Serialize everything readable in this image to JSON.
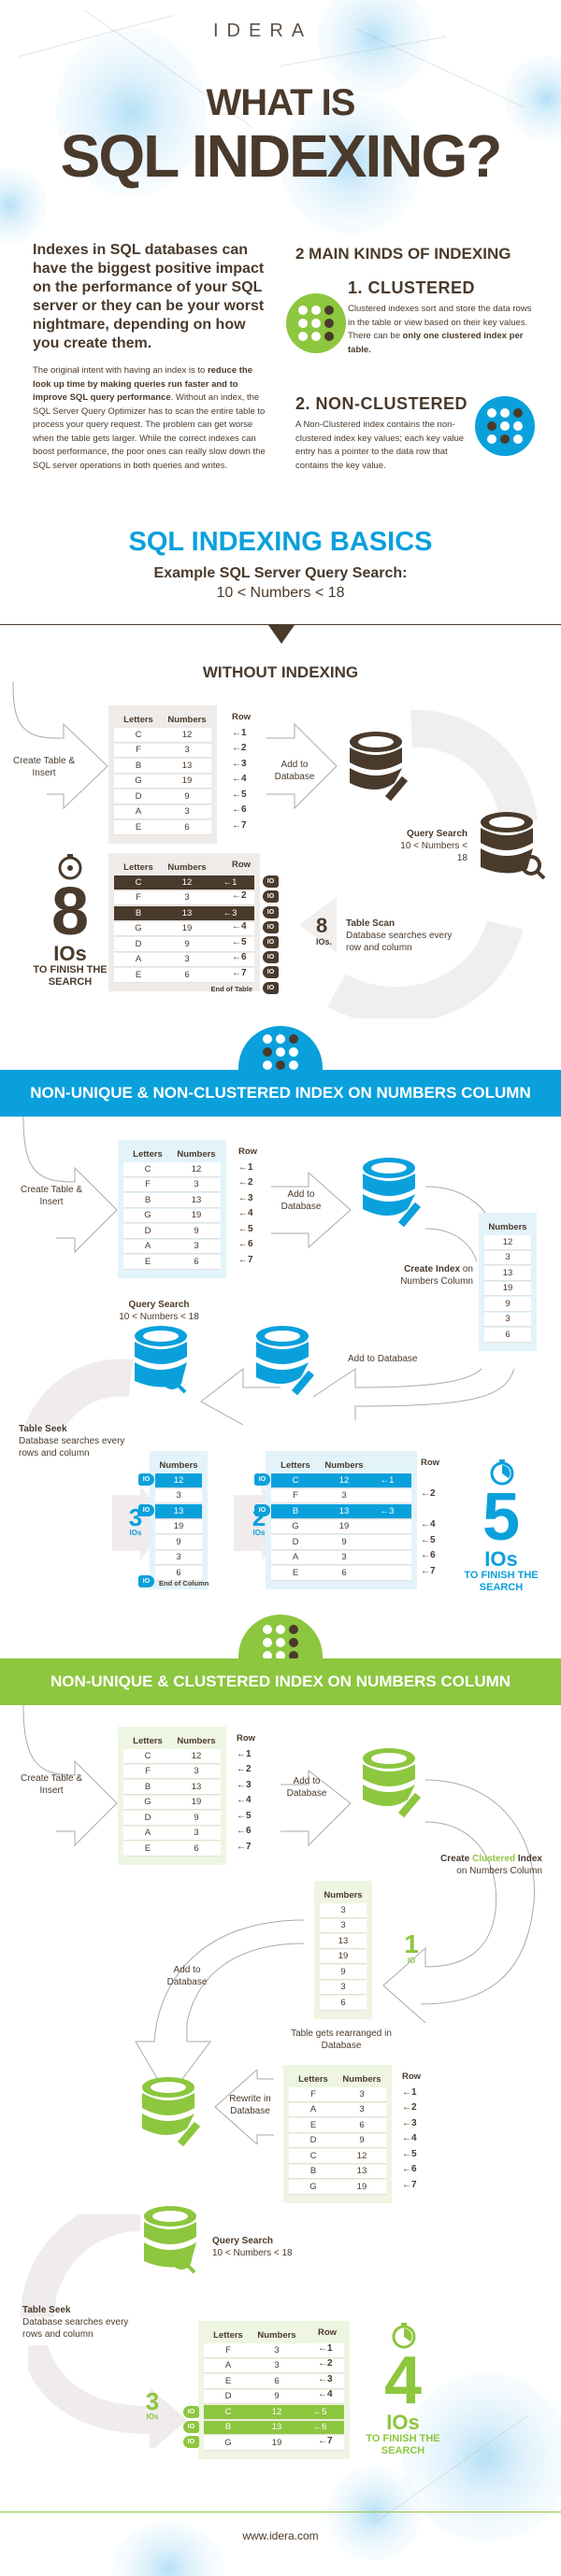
{
  "header": {
    "logo": "IDERA",
    "title_line1": "WHAT IS",
    "title_line2": "SQL INDEXING?"
  },
  "intro": {
    "lead": "Indexes in SQL databases can have the biggest positive impact on the performance of your SQL server or they can be your worst nightmare, depending on how you create them.",
    "body_prefix": "The original intent with having an index is to ",
    "body_bold": "reduce the look up time by making queries run faster and to improve SQL query performance",
    "body_suffix": ". Without an index, the SQL Server Query Optimizer has to scan the entire table to process your query request. The problem can get worse when the table gets larger. While the correct indexes can boost performance, the poor ones can really slow down the SQL server operations in both queries and writes."
  },
  "kinds": {
    "title": "2 MAIN KINDS OF INDEXING",
    "clustered": {
      "heading": "1. CLUSTERED",
      "text": "Clustered indexes sort and store the data rows in the table or view based on their key values. There can be",
      "text_bold": "only one clustered index per table."
    },
    "nonclustered": {
      "heading": "2. NON-CLUSTERED",
      "text": "A Non-Clustered index contains the non-clustered index key values; each key value entry has a pointer to the data row that contains the key value."
    }
  },
  "basics": {
    "title": "SQL INDEXING BASICS",
    "subtitle": "Example SQL Server Query Search:",
    "query": "10 < Numbers < 18"
  },
  "columns": {
    "letters": "Letters",
    "numbers": "Numbers",
    "row": "Row"
  },
  "base_table": {
    "letters": [
      "C",
      "F",
      "B",
      "G",
      "D",
      "A",
      "E"
    ],
    "numbers": [
      "12",
      "3",
      "13",
      "19",
      "9",
      "3",
      "6"
    ],
    "rows": [
      "←1",
      "←2",
      "←3",
      "←4",
      "←5",
      "←6",
      "←7"
    ]
  },
  "without": {
    "title": "WITHOUT INDEXING",
    "create_label": "Create Table & Insert",
    "add_label": "Add to Database",
    "query_title": "Query Search",
    "query_text": "10 < Numbers < 18",
    "scan_n": "8",
    "scan_unit": "IOs.",
    "scan_title": "Table Scan",
    "scan_text": "Database searches every row and column",
    "end_label": "End of Table",
    "io_tag": "IO",
    "total_n": "8",
    "total_unit": "IOs",
    "total_text": "TO FINISH THE SEARCH"
  },
  "nonclustered_section": {
    "title": "NON-UNIQUE & NON-CLUSTERED INDEX ON NUMBERS COLUMN",
    "create_label": "Create Table & Insert",
    "add_label": "Add to Database",
    "create_index_bold": "Create Index",
    "create_index_rest": " on Numbers Column",
    "index_numbers": [
      "12",
      "3",
      "13",
      "19",
      "9",
      "3",
      "6"
    ],
    "add_db_label": "Add to Database",
    "query_title": "Query Search",
    "query_text": "10 < Numbers < 18",
    "seek_title": "Table Seek",
    "seek_text": "Database searches every rows and column",
    "step1_n": "3",
    "step1_unit": "IOs",
    "step2_n": "2",
    "step2_unit": "IOs",
    "end_label": "End of Column",
    "io_tag": "IO",
    "total_n": "5",
    "total_unit": "IOs",
    "total_text": "TO FINISH THE SEARCH"
  },
  "clustered_section": {
    "title": "NON-UNIQUE & CLUSTERED INDEX ON NUMBERS COLUMN",
    "create_label": "Create Table & Insert",
    "add_label": "Add to Database",
    "create_idx_1": "Create ",
    "create_idx_2": "Clustered",
    "create_idx_3": " Index",
    "create_idx_4": "on Numbers Column",
    "sorted_numbers": [
      "3",
      "3",
      "13",
      "19",
      "9",
      "3",
      "6"
    ],
    "one_io_n": "1",
    "one_io_unit": "IO",
    "add_db_label": "Add to Database",
    "rearranged_label": "Table gets rearranged in Database",
    "rewrite_label": "Rewrite in Database",
    "sorted_table": {
      "letters": [
        "F",
        "A",
        "E",
        "D",
        "C",
        "B",
        "G"
      ],
      "numbers": [
        "3",
        "3",
        "6",
        "9",
        "12",
        "13",
        "19"
      ],
      "rows": [
        "←1",
        "←2",
        "←3",
        "←4",
        "←5",
        "←6",
        "←7"
      ]
    },
    "query_title": "Query Search",
    "query_text": "10 < Numbers < 18",
    "seek_title": "Table Seek",
    "seek_text": "Database searches every rows and column",
    "step_n": "3",
    "step_unit": "IOs",
    "io_tag": "IO",
    "total_n": "4",
    "total_unit": "IOs",
    "total_text": "TO FINISH THE SEARCH"
  },
  "footer": {
    "url": "www.idera.com"
  },
  "colors": {
    "brown": "#4a3a2c",
    "blue": "#0aa0dc",
    "green": "#8dc63f"
  }
}
